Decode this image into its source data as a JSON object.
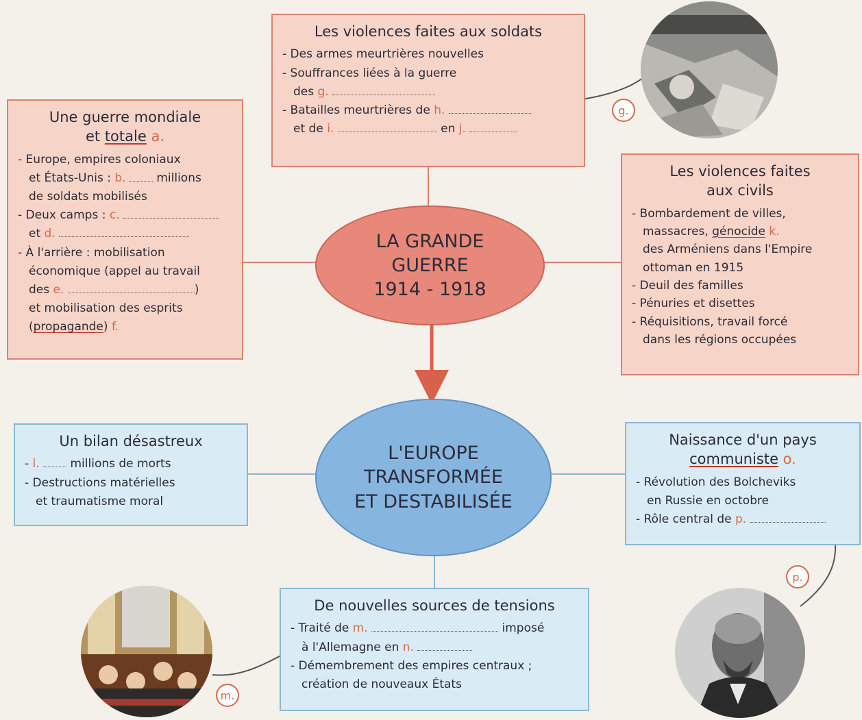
{
  "colors": {
    "pink_box": "#f7d4c8",
    "blue_box": "#d9ebf4",
    "red_oval": "#e8887a",
    "blue_oval": "#86b6e0",
    "accent": "#d46a4a"
  },
  "center_top": {
    "line1": "LA GRANDE",
    "line2": "GUERRE",
    "line3": "1914 - 1918"
  },
  "center_bottom": {
    "line1": "L'EUROPE",
    "line2": "TRANSFORMÉE",
    "line3": "ET DESTABILISÉE"
  },
  "war_total": {
    "title1": "Une guerre mondiale",
    "title2_pre": "et ",
    "title2_u": "totale",
    "title2_letter": " a.",
    "i1a": "Europe, empires coloniaux",
    "i1b": "et États-Unis : ",
    "i1b_letter": "b.",
    "i1c": " millions",
    "i1d": "de soldats mobilisés",
    "i2a": "Deux camps : ",
    "i2a_letter": "c.",
    "i2b": "et ",
    "i2b_letter": "d.",
    "i3a": "À l'arrière : mobilisation",
    "i3b": "économique (appel au travail",
    "i3c": "des ",
    "i3c_letter": "e.",
    "i3c_end": ")",
    "i3d": "et mobilisation des esprits",
    "i3e_pre": "(",
    "i3e_u": "propagande",
    "i3e_end": ") ",
    "i3e_letter": "f."
  },
  "soldiers": {
    "title": "Les violences faites aux soldats",
    "i1": "Des armes meurtrières nouvelles",
    "i2a": "Souffrances liées à la guerre",
    "i2b": "des ",
    "i2b_letter": "g.",
    "i3a": "Batailles meurtrières de ",
    "i3a_letter": "h.",
    "i3b": "et de ",
    "i3b_letter": "i.",
    "i3b_mid": " en ",
    "i3b_letter2": "j."
  },
  "civilians": {
    "title1": "Les violences faites",
    "title2": "aux civils",
    "i1a": "Bombardement de villes,",
    "i1b_pre": "massacres, ",
    "i1b_u": "génocide",
    "i1b_letter": " k.",
    "i1c": "des Arméniens dans l'Empire",
    "i1d": "ottoman en 1915",
    "i2": "Deuil des familles",
    "i3": "Pénuries et disettes",
    "i4a": "Réquisitions, travail forcé",
    "i4b": "dans les régions occupées"
  },
  "bilan": {
    "title": "Un bilan désastreux",
    "i1_letter": "l.",
    "i1": " millions de morts",
    "i2a": "Destructions matérielles",
    "i2b": "et traumatisme moral"
  },
  "tensions": {
    "title": "De nouvelles sources de tensions",
    "i1a": "Traité de ",
    "i1a_letter": "m.",
    "i1a_end": " imposé",
    "i1b": "à l'Allemagne en ",
    "i1b_letter": "n.",
    "i2a": "Démembrement des empires centraux ;",
    "i2b": "création de nouveaux États"
  },
  "communist": {
    "title1": "Naissance d'un pays",
    "title2_u": "communiste",
    "title2_letter": " o.",
    "i1a": "Révolution des Bolcheviks",
    "i1b": "en Russie en octobre",
    "i2": "Rôle central de ",
    "i2_letter": "p."
  },
  "tags": {
    "g": "g.",
    "m": "m.",
    "p": "p."
  },
  "photos": {
    "g": "trench-photo",
    "m": "treaty-painting",
    "p": "portrait-photo"
  }
}
